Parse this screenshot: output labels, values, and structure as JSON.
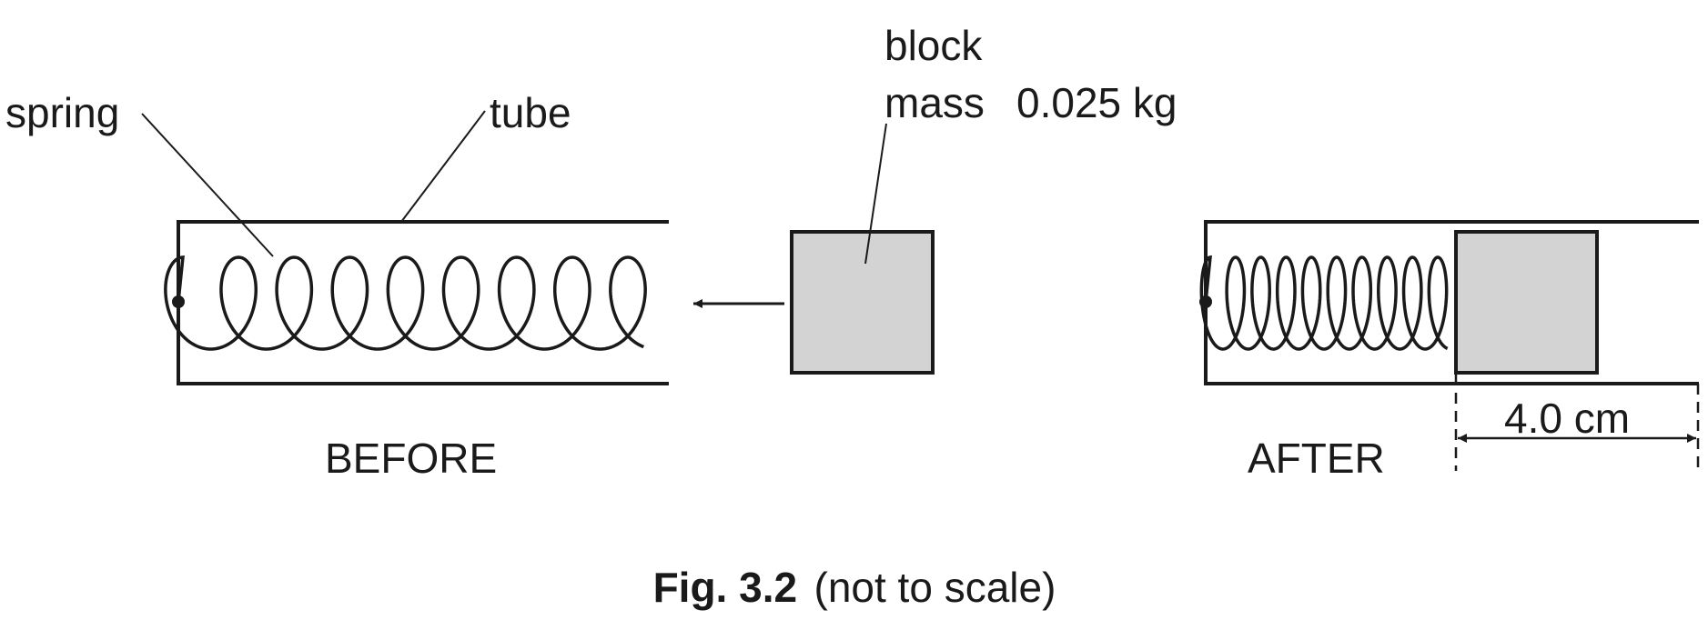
{
  "labels": {
    "spring": "spring",
    "tube": "tube",
    "block": "block",
    "mass": "mass",
    "mass_value": "0.025 kg",
    "before": "BEFORE",
    "after": "AFTER",
    "compression": "4.0 cm"
  },
  "caption": {
    "figure": "Fig. 3.2",
    "note": "(not to scale)"
  },
  "colors": {
    "line": "#1a1a1a",
    "block_fill": "#d3d3d3"
  }
}
